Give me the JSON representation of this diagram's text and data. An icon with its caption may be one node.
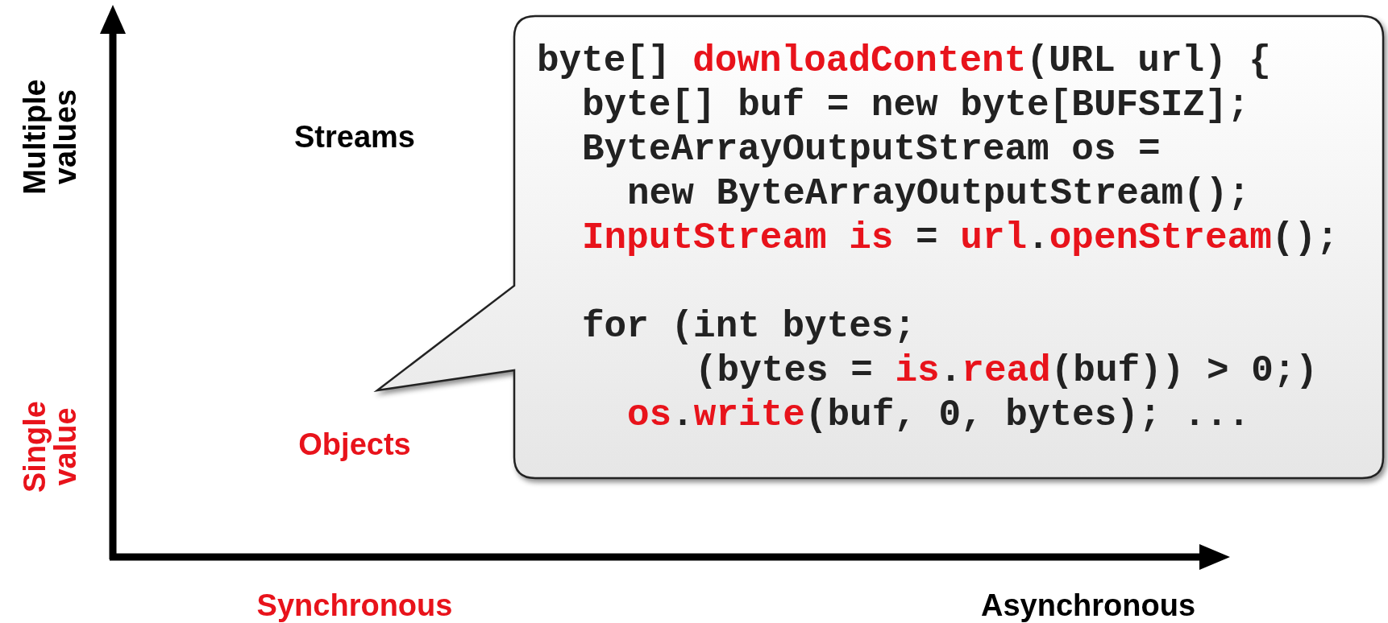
{
  "diagram": {
    "nodes": [
      {
        "text": [
          "byte[] *downloadContent*(URL url) {",
          "byte[] buf = new byte[BUFSIZ];",
          "ByteArrayOutputStream os =",
          "new ByteArrayOutputStream();",
          "*InputStream is* = *url*.*openStream*();",
          "for (int bytes;",
          "(bytes = *is*.*read*(buf)) > 0;)",
          "*os*.*write*(buf, 0, bytes); ..."
        ]
      }
    ],
    "edges": [],
    "labels": [
      "Multiple values",
      "Streams",
      "Single value",
      "Objects",
      "Synchronous",
      "Asynchronous"
    ]
  }
}
